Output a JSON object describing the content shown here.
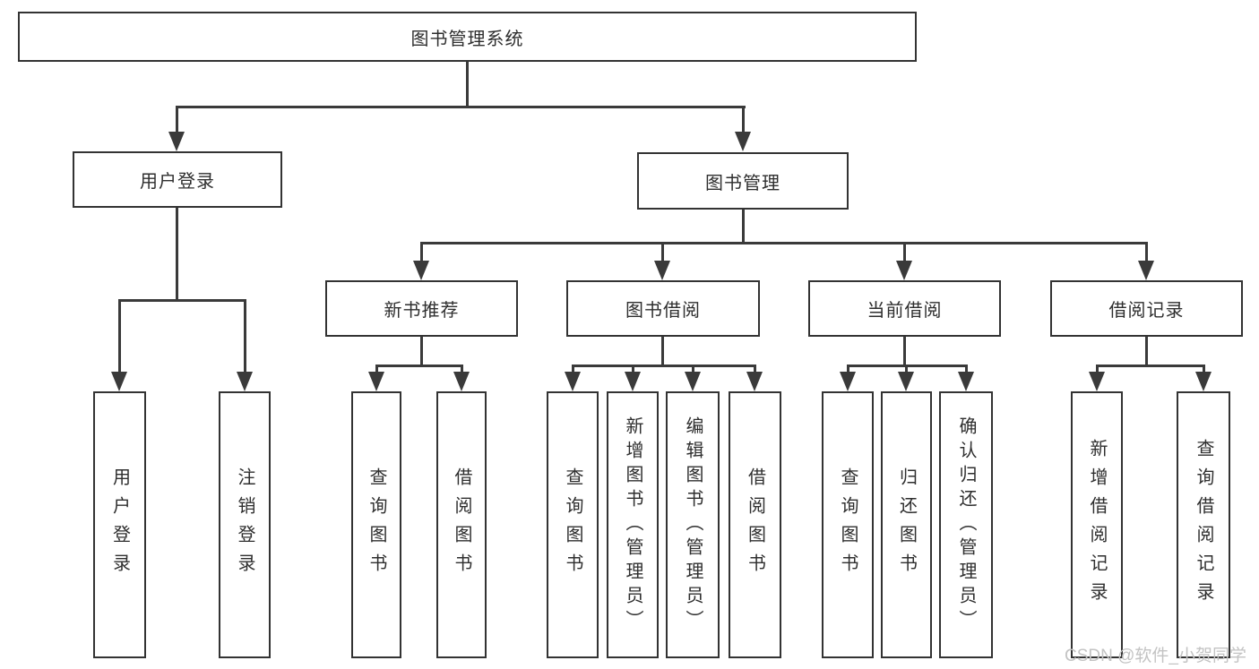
{
  "tree": {
    "root": {
      "label": "图书管理系统"
    },
    "branches": [
      {
        "label": "用户登录",
        "children": [
          {
            "label": "用户登录"
          },
          {
            "label": "注销登录"
          }
        ]
      },
      {
        "label": "图书管理",
        "children": [
          {
            "label": "新书推荐",
            "children": [
              {
                "label": "查询图书"
              },
              {
                "label": "借阅图书"
              }
            ]
          },
          {
            "label": "图书借阅",
            "children": [
              {
                "label": "查询图书"
              },
              {
                "label": "新增图书（管理员）"
              },
              {
                "label": "编辑图书（管理员）"
              },
              {
                "label": "借阅图书"
              }
            ]
          },
          {
            "label": "当前借阅",
            "children": [
              {
                "label": "查询图书"
              },
              {
                "label": "归还图书"
              },
              {
                "label": "确认归还（管理员）"
              }
            ]
          },
          {
            "label": "借阅记录",
            "children": [
              {
                "label": "新增借阅记录"
              },
              {
                "label": "查询借阅记录"
              }
            ]
          }
        ]
      }
    ]
  },
  "watermark": {
    "text": "CSDN @软件_小贺同学"
  },
  "colors": {
    "line_color": "#3a3a3a",
    "border_color": "#333333",
    "text_color": "#2e2e2e",
    "watermark_color": "#c3c3c3",
    "background_color": "#ffffff"
  }
}
